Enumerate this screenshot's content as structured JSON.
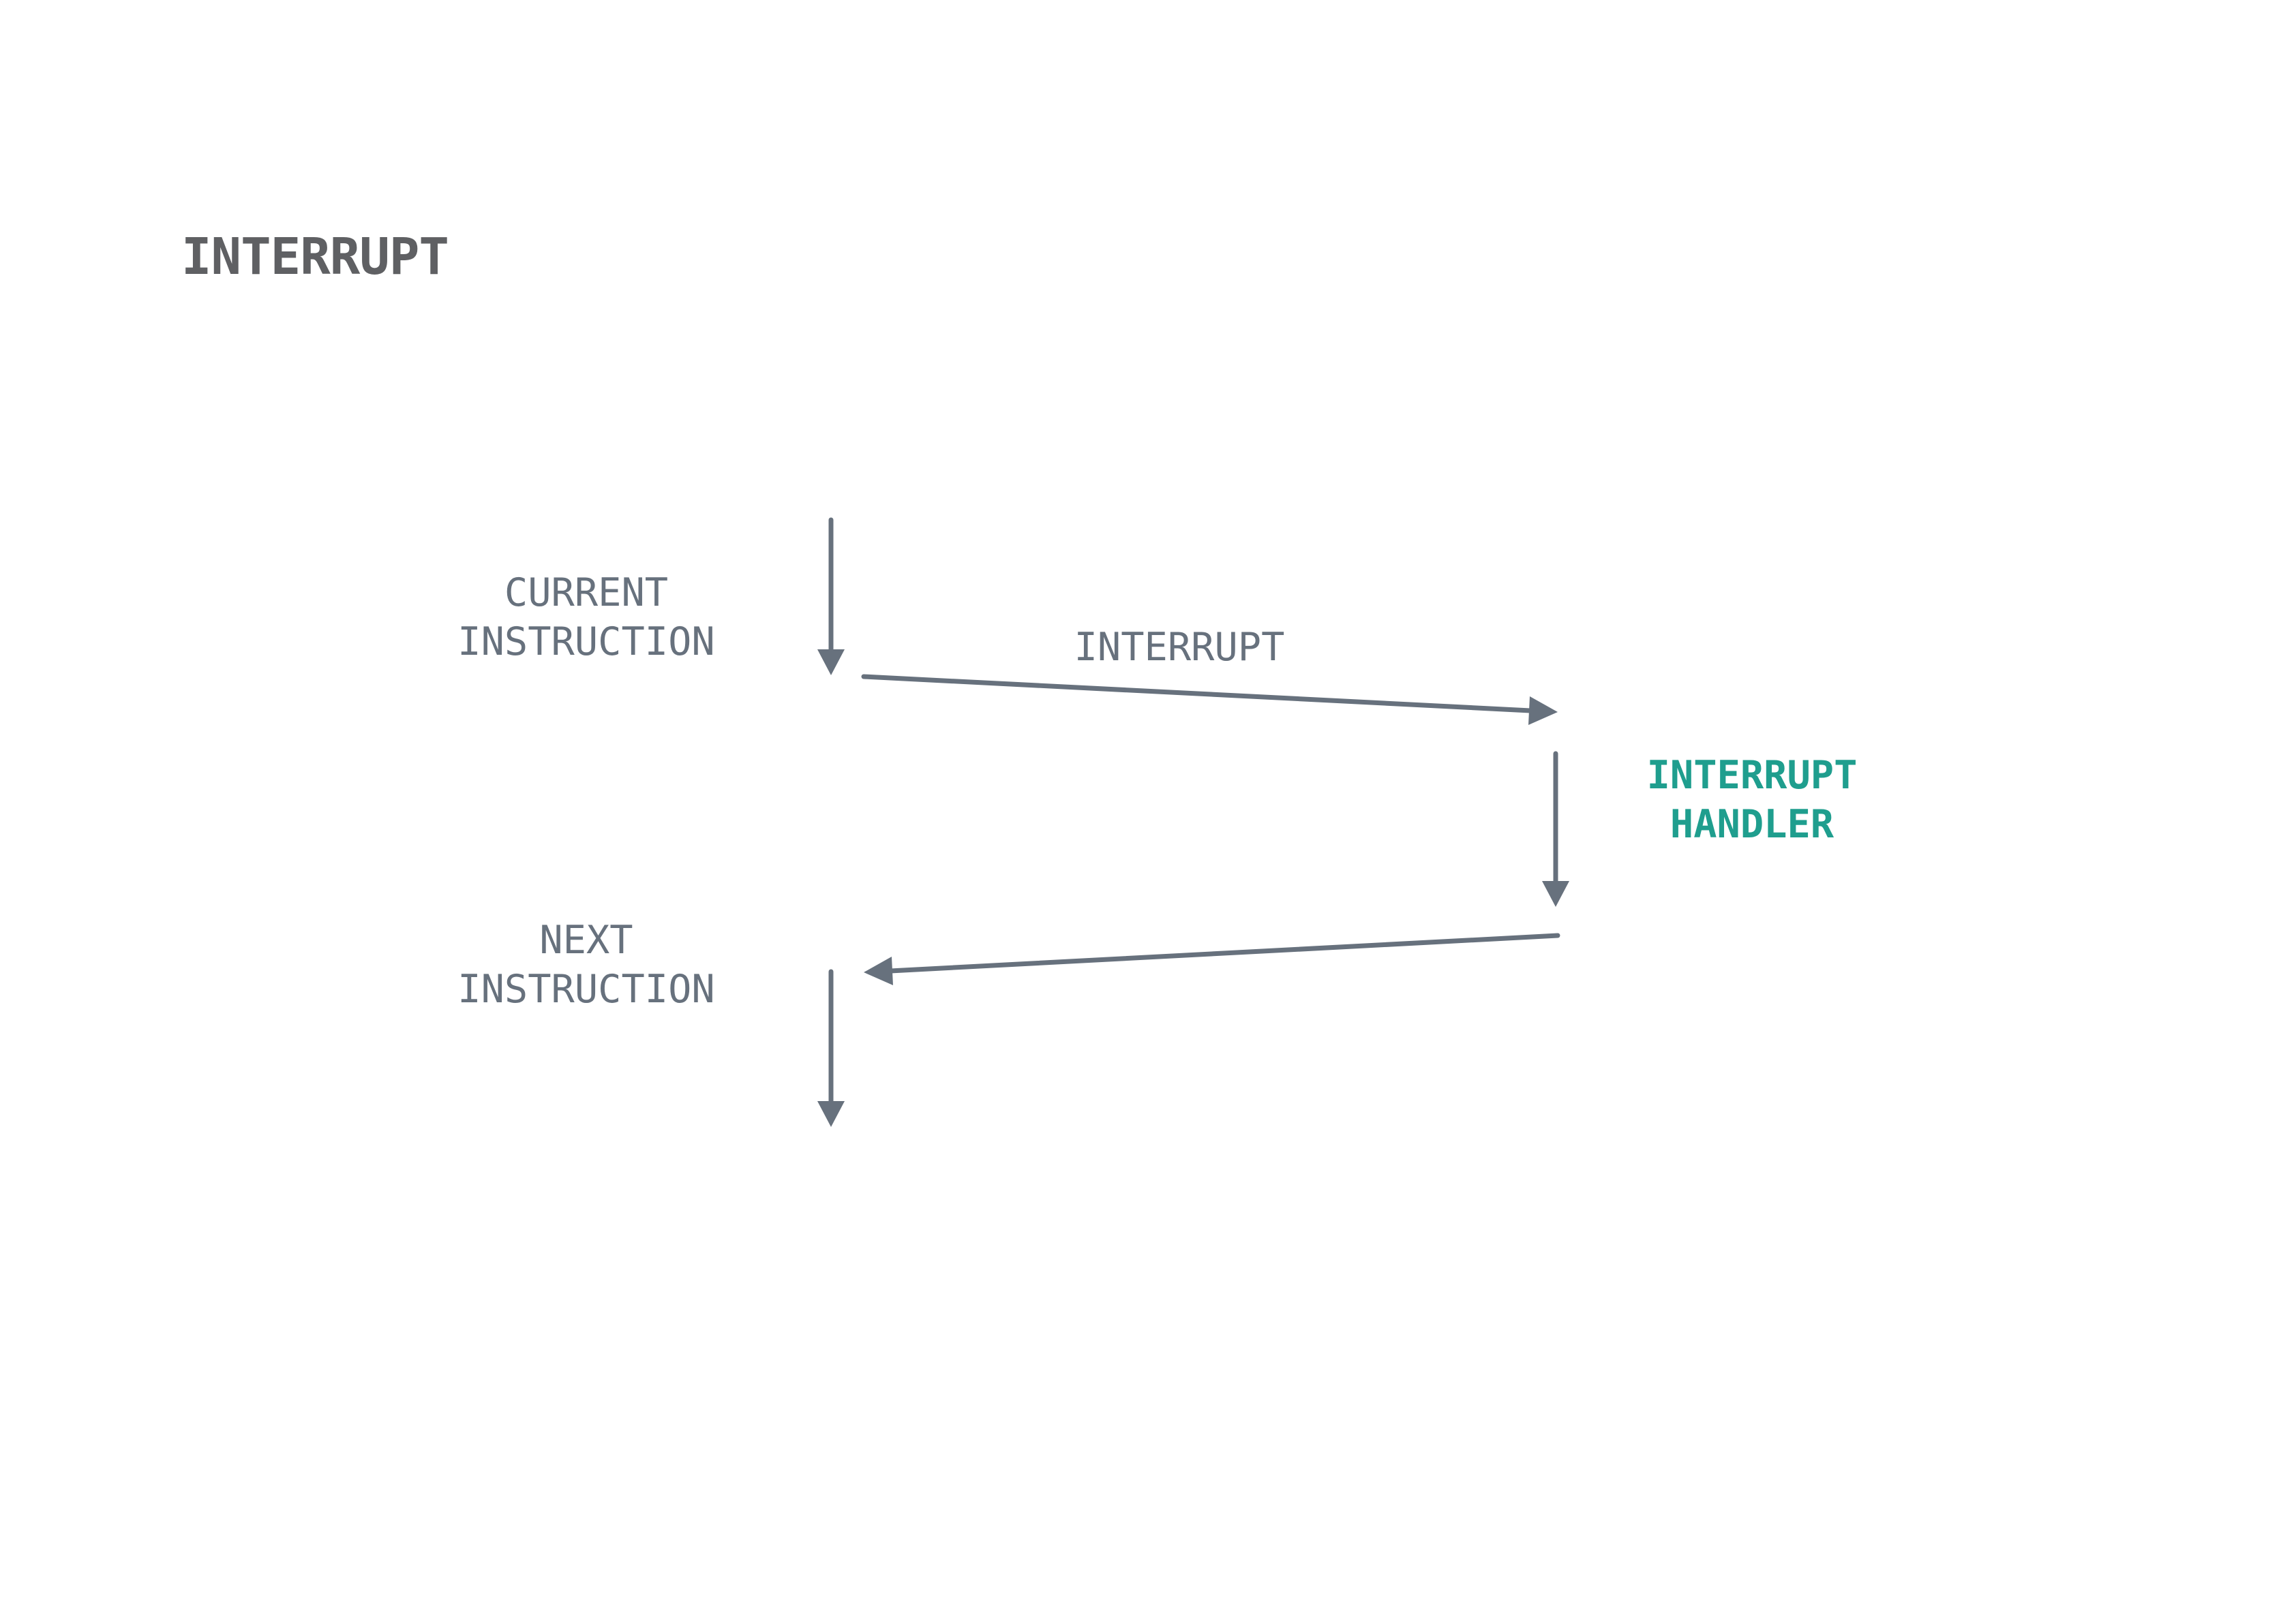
{
  "title": "INTERRUPT",
  "labels": {
    "current_instruction": [
      "CURRENT",
      "INSTRUCTION"
    ],
    "interrupt": "INTERRUPT",
    "interrupt_handler": [
      "INTERRUPT",
      "HANDLER"
    ],
    "next_instruction": [
      "NEXT",
      "INSTRUCTION"
    ]
  },
  "colors": {
    "title": "#5f6063",
    "arrow": "#67717d",
    "label": "#67717d",
    "accent": "#1f9e8e",
    "background": "#ffffff"
  }
}
